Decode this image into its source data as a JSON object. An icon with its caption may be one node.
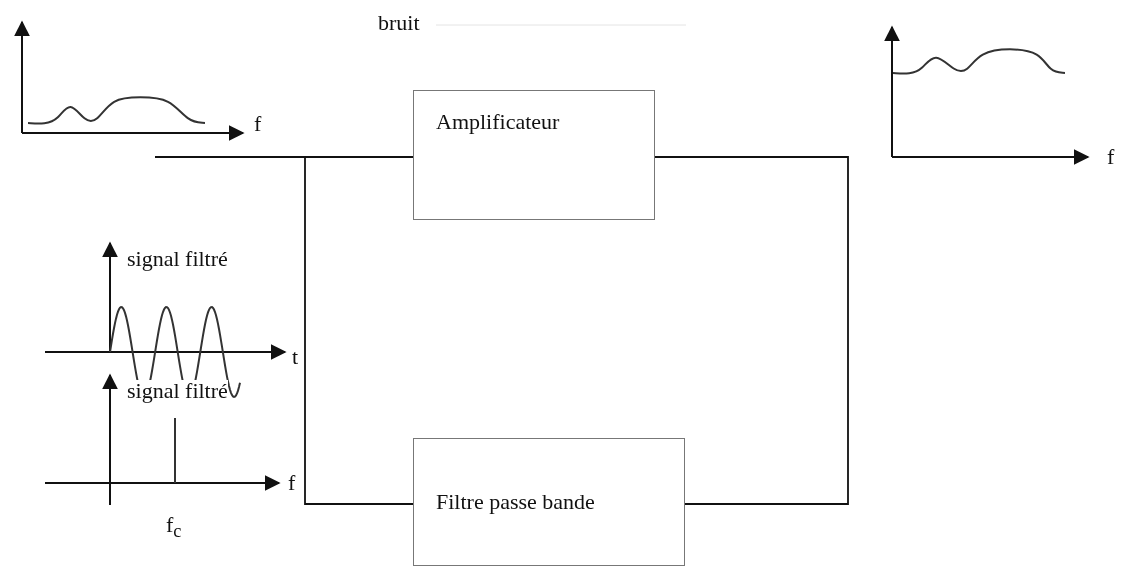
{
  "diagram": {
    "nodes": [
      {
        "text": [
          "Amplificateur"
        ]
      },
      {
        "text": [
          "Filtre passe bande"
        ]
      }
    ],
    "edges": [
      {
        "from": null,
        "to": 0,
        "arrow": "none"
      },
      {
        "from": null,
        "to": 1,
        "arrow": "none"
      },
      {
        "from": 0,
        "to": 1,
        "arrow": "none"
      }
    ],
    "labels": [
      "bruit",
      "f",
      "f",
      "signal filtré",
      "t",
      "signal filtré",
      "f",
      "f$_{c}$"
    ]
  }
}
